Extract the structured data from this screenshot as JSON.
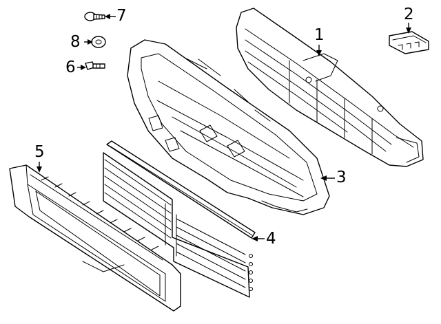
{
  "callouts": {
    "c1": "1",
    "c2": "2",
    "c3": "3",
    "c4": "4",
    "c5": "5",
    "c6": "6",
    "c7": "7",
    "c8": "8"
  },
  "parts": [
    {
      "callout": "1",
      "icon": "air-shutter-assembly"
    },
    {
      "callout": "2",
      "icon": "shutter-actuator"
    },
    {
      "callout": "3",
      "icon": "radiator-support-air-deflector"
    },
    {
      "callout": "4",
      "icon": "seal-strip"
    },
    {
      "callout": "5",
      "icon": "grille-frame"
    },
    {
      "callout": "6",
      "icon": "bolt"
    },
    {
      "callout": "7",
      "icon": "screw"
    },
    {
      "callout": "8",
      "icon": "nut"
    }
  ],
  "colors": {
    "line": "#000000",
    "background": "#ffffff"
  }
}
